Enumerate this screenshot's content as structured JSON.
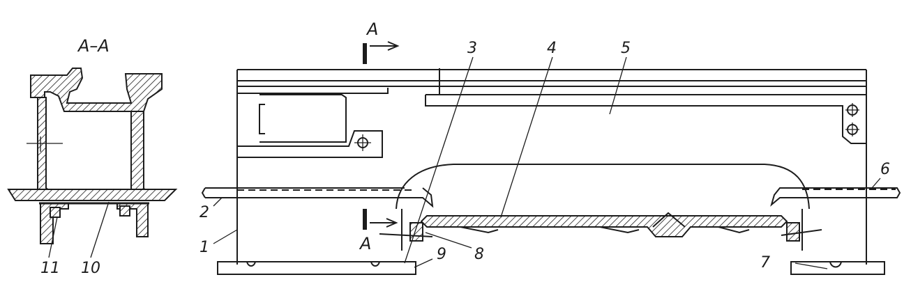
{
  "section_view": {
    "title": "A–A"
  },
  "section_mark": {
    "top_letter": "A",
    "bottom_letter": "A"
  },
  "callouts": [
    "1",
    "2",
    "3",
    "4",
    "5",
    "6",
    "7",
    "8",
    "9",
    "10",
    "11"
  ]
}
